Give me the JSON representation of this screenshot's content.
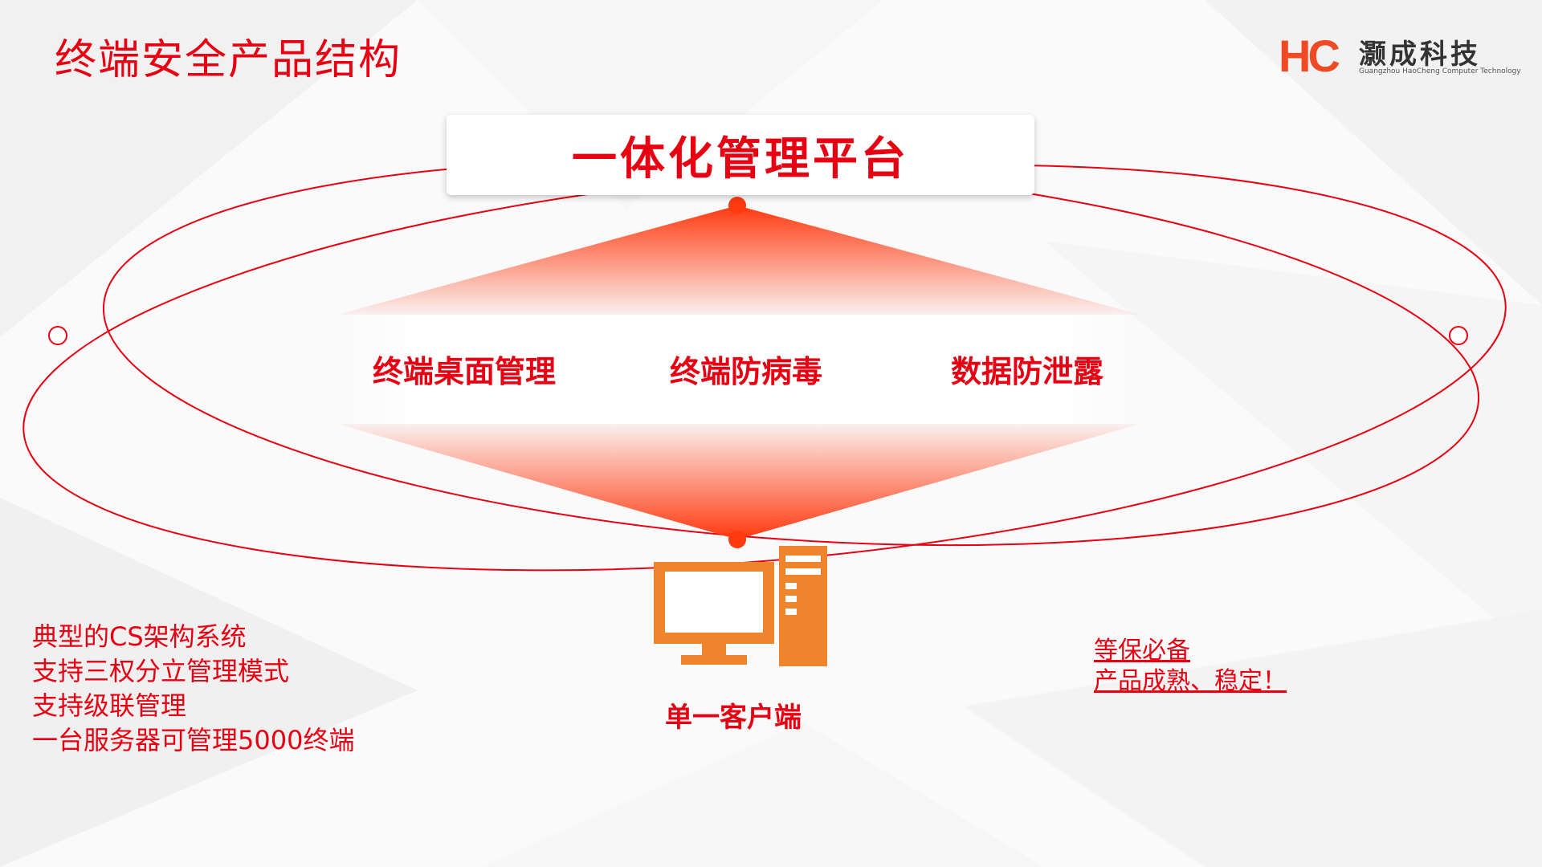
{
  "slide": {
    "title": "终端安全产品结构"
  },
  "logo": {
    "mark": "HC",
    "name_cn": "灏成科技",
    "name_en": "Guangzhou HaoCheng Computer Technology"
  },
  "diagram": {
    "platform": "一体化管理平台",
    "modules": [
      "终端桌面管理",
      "终端防病毒",
      "数据防泄露"
    ],
    "client": "单一客户端"
  },
  "features": [
    "典型的CS架构系统",
    "支持三权分立管理模式",
    "支持级联管理",
    "一台服务器可管理5000终端"
  ],
  "notes": [
    "等保必备",
    "产品成熟、稳定！"
  ],
  "colors": {
    "accent": "#e60012",
    "computer": "#f0842c",
    "logo": "#f04a24"
  },
  "icons": {
    "computer": "desktop-computer-icon"
  }
}
